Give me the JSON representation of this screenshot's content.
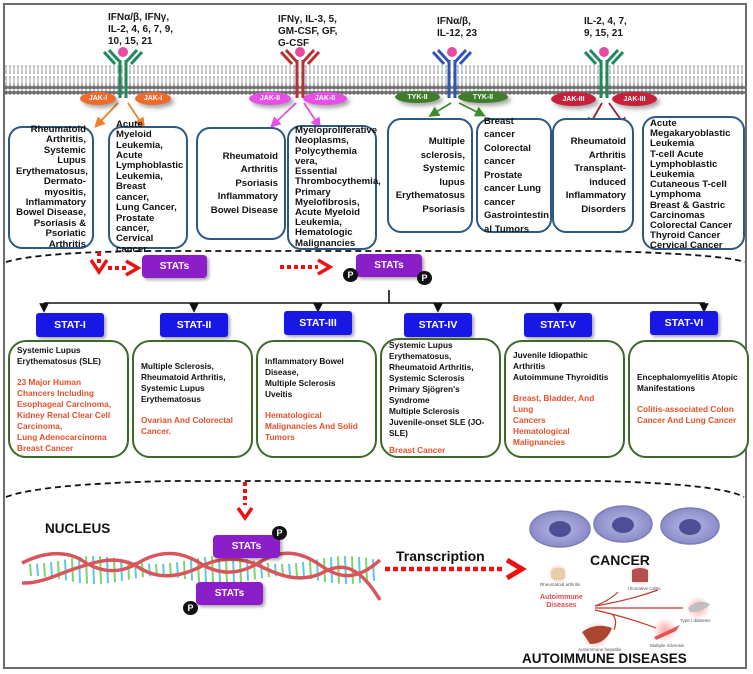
{
  "receptors": [
    {
      "ligands": "IFNα/β, IFNγ,\nIL-2, 4, 6, 7, 9,\n10, 15, 21",
      "kinase": "JAK-I",
      "receptor_color": "#1e8a5c",
      "kinase_color": "#ef6b2b",
      "arrow_color": "#ef7f2b",
      "diseases_autoimmune": [
        "Rheumatoid",
        "Arthritis,",
        "Systemic Lupus",
        "Erythematosus,",
        "Dermato-",
        "myositis,",
        "Inflammatory",
        "Bowel Disease,",
        "Psoriasis &",
        "Psoriatic Arthritis"
      ],
      "diseases_cancer": [
        "Acute Myeloid",
        "Leukemia,",
        "Acute",
        "Lymphoblastic",
        "Leukemia,",
        "Breast cancer,",
        "Lung Cancer,",
        "Prostate cancer,",
        "Cervical cancer"
      ]
    },
    {
      "ligands": "IFNγ, IL-3, 5,\nGM-CSF, GF,\nG-CSF",
      "kinase": "JAK-II",
      "receptor_color": "#b83232",
      "kinase_color": "#e74fe6",
      "arrow_color": "#e74fe6",
      "diseases_autoimmune": [
        "Rheumatoid",
        "Arthritis",
        "Psoriasis",
        "Inflammatory",
        "Bowel Disease"
      ],
      "diseases_cancer": [
        "Myeloproliferative",
        "Neoplasms,",
        "Polycythemia vera,",
        "Essential",
        "Thrombocythemia,",
        "Primary",
        "Myelofibrosis,",
        "Acute Myeloid",
        "Leukemia,",
        "Hematologic",
        "Malignancies"
      ]
    },
    {
      "ligands": "IFNα/β,\nIL-12, 23",
      "kinase": "TYK-II",
      "receptor_color": "#2f55b8",
      "kinase_color": "#3f7d2a",
      "arrow_color": "#3f8a2a",
      "diseases_autoimmune": [
        "Multiple",
        "sclerosis,",
        "Systemic lupus",
        "Erythematosus",
        "Psoriasis"
      ],
      "diseases_cancer": [
        "Breast cancer",
        "Colorectal",
        "cancer",
        "Prostate",
        "cancer Lung",
        "cancer",
        "Gastrointestin",
        "al Tumors"
      ]
    },
    {
      "ligands": "IL-2, 4, 7,\n9, 15, 21",
      "kinase": "JAK-III",
      "receptor_color": "#1e8a5c",
      "kinase_color": "#c8203a",
      "arrow_color": "#9a1f2e",
      "diseases_autoimmune": [
        "Rheumatoid",
        "Arthritis",
        "Transplant-",
        "induced",
        "Inflammatory",
        "Disorders"
      ],
      "diseases_cancer": [
        "Acute",
        "Megakaryoblastic",
        "Leukemia",
        "T-cell Acute",
        "Lymphoblastic",
        "Leukemia",
        "Cutaneous T-cell",
        "Lymphoma",
        "Breast & Gastric",
        "Carcinomas",
        "Colorectal Cancer",
        "Thyroid Cancer",
        "Cervical Cancer"
      ]
    }
  ],
  "stats_label": "STATs",
  "phospho_label": "P",
  "stat_types": [
    {
      "name": "STAT-I",
      "autoimmune": [
        "Systemic Lupus",
        "Erythematosus (SLE)"
      ],
      "cancer": [
        "23 Major Human",
        "Chancers Including",
        "Esophageal Carcinoma,",
        "Kidney Renal Clear Cell",
        "Carcinoma,",
        "Lung Adenocarcinoma",
        "Breast Cancer"
      ]
    },
    {
      "name": "STAT-II",
      "autoimmune": [
        "Multiple Sclerosis,",
        "Rheumatoid Arthritis,",
        "Systemic Lupus",
        "Erythematosus"
      ],
      "cancer": [
        "Ovarian And Colorectal",
        "Cancer."
      ]
    },
    {
      "name": "STAT-III",
      "autoimmune": [
        "Inflammatory Bowel",
        "Disease,",
        "Multiple Sclerosis",
        "Uveitis"
      ],
      "cancer": [
        "Hematological",
        "Malignancies And Solid",
        "Tumors"
      ]
    },
    {
      "name": "STAT-IV",
      "autoimmune": [
        "Systemic Lupus",
        "Erythematosus,",
        "Rheumatoid Arthritis,",
        "Systemic Sclerosis",
        " Primary Sjögren's",
        "Syndrome",
        "Multiple Sclerosis",
        "Juvenile-onset SLE (JO-",
        "SLE)"
      ],
      "cancer": [
        "Breast Cancer"
      ]
    },
    {
      "name": "STAT-V",
      "autoimmune": [
        "Juvenile Idiopathic",
        "Arthritis",
        " Autoimmune Thyroiditis"
      ],
      "cancer": [
        "Breast, Bladder, And Lung",
        "Cancers",
        "Hematological",
        "Malignancies"
      ]
    },
    {
      "name": "STAT-VI",
      "autoimmune": [
        "Encephalomyelitis Atopic",
        "Manifestations"
      ],
      "cancer": [
        "Colitis-associated Colon",
        "Cancer And Lung Cancer"
      ]
    }
  ],
  "nucleus_label": "NUCLEUS",
  "transcription_label": "Transcription",
  "cancer_label": "CANCER",
  "autoimmune_label": "AUTOIMMUNE DISEASES",
  "autoimmune_inset": {
    "center": "Autoimmune\nDiseases",
    "items": [
      "Rheumatoid arthritis",
      "Ulcerative colitis",
      "Type I diabetes",
      "Multiple sclerosis",
      "Autoimmune hepatitis"
    ]
  },
  "colors": {
    "stats_purple": "#8b1ec8",
    "stat_blue": "#1717e6",
    "cancer_text": "#e4512b",
    "arrow_red": "#f01010",
    "box_blue": "#2b5a82",
    "box_green": "#3c6b28"
  }
}
